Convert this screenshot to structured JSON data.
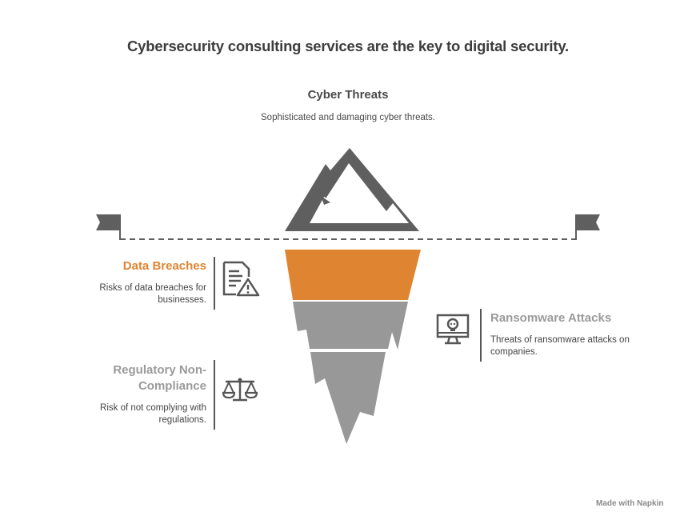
{
  "title": "Cybersecurity consulting services are the key to digital security.",
  "top": {
    "heading": "Cyber Threats",
    "description": "Sophisticated and damaging cyber threats.",
    "icon": "mountain-peak-icon"
  },
  "items": [
    {
      "heading": "Data Breaches",
      "description": "Risks of data breaches for businesses.",
      "icon": "document-warning-icon",
      "color": "#df8531",
      "side": "left"
    },
    {
      "heading": "Ransomware Attacks",
      "description": "Threats of ransomware attacks on companies.",
      "icon": "monitor-skull-icon",
      "color": "#9a9a9a",
      "side": "right"
    },
    {
      "heading": "Regulatory Non-Compliance",
      "description": "Risk of not complying with regulations.",
      "icon": "scales-icon",
      "color": "#9a9a9a",
      "side": "left"
    }
  ],
  "colors": {
    "accent": "#df8531",
    "iceberg_gray": "#989898",
    "dark": "#5f5f5f",
    "text": "#3d3d3d"
  },
  "footer": "Made with Napkin"
}
